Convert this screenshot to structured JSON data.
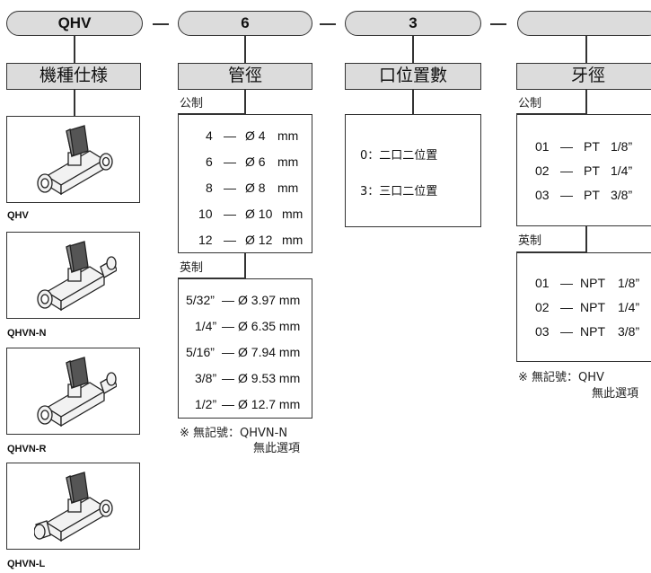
{
  "pills": [
    "QHV",
    "6",
    "3",
    ""
  ],
  "headers": {
    "col1": "機種仕様",
    "col2": "管徑",
    "col3": "口位置數",
    "col4": "牙徑"
  },
  "products": [
    "QHV",
    "QHVN-N",
    "QHVN-R",
    "QHVN-L"
  ],
  "tube": {
    "metric_label": "公制",
    "metric_rows": [
      {
        "code": "4",
        "dash": "—",
        "dia": "Ø 4",
        "unit": "mm"
      },
      {
        "code": "6",
        "dash": "—",
        "dia": "Ø 6",
        "unit": "mm"
      },
      {
        "code": "8",
        "dash": "—",
        "dia": "Ø 8",
        "unit": "mm"
      },
      {
        "code": "10",
        "dash": "—",
        "dia": "Ø 10",
        "unit": "mm"
      },
      {
        "code": "12",
        "dash": "—",
        "dia": "Ø 12",
        "unit": "mm"
      }
    ],
    "inch_label": "英制",
    "inch_rows": [
      {
        "code": "5/32”",
        "dash": "—",
        "dia": "Ø 3.97 mm"
      },
      {
        "code": "1/4”",
        "dash": "—",
        "dia": "Ø 6.35 mm"
      },
      {
        "code": "5/16”",
        "dash": "—",
        "dia": "Ø 7.94 mm"
      },
      {
        "code": "3/8”",
        "dash": "—",
        "dia": "Ø 9.53 mm"
      },
      {
        "code": "1/2”",
        "dash": "—",
        "dia": "Ø 12.7 mm"
      }
    ],
    "note_line1": "※ 無記號：QHVN-N",
    "note_line2": "無此選項"
  },
  "ports": {
    "rows": [
      "0：二口二位置",
      "3：三口二位置"
    ]
  },
  "thread": {
    "metric_label": "公制",
    "metric_rows": [
      {
        "code": "01",
        "dash": "—",
        "type": "PT",
        "size": "1/8”"
      },
      {
        "code": "02",
        "dash": "—",
        "type": "PT",
        "size": "1/4”"
      },
      {
        "code": "03",
        "dash": "—",
        "type": "PT",
        "size": "3/8”"
      }
    ],
    "inch_label": "英制",
    "inch_rows": [
      {
        "code": "01",
        "dash": "—",
        "type": "NPT",
        "size": "1/8”"
      },
      {
        "code": "02",
        "dash": "—",
        "type": "NPT",
        "size": "1/4”"
      },
      {
        "code": "03",
        "dash": "—",
        "type": "NPT",
        "size": "3/8”"
      }
    ],
    "note_line1": "※ 無記號：QHV",
    "note_line2": "無此選項"
  }
}
